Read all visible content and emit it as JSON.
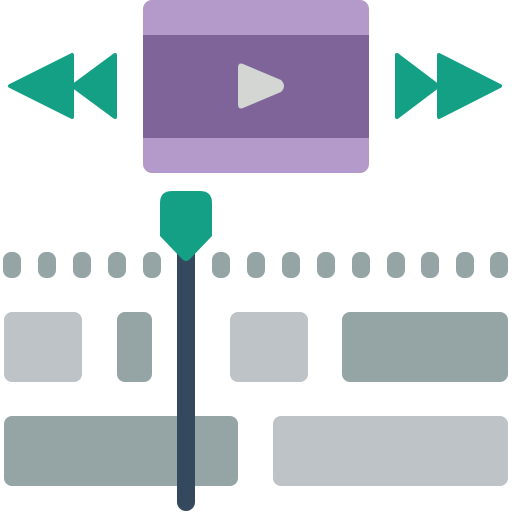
{
  "icon": {
    "name": "video-editing-timeline",
    "colors": {
      "frame_light": "#B49ACA",
      "frame_dark": "#7F6499",
      "play_symbol": "#D3D6D3",
      "seek_arrows": "#14A085",
      "playhead_handle": "#14A085",
      "playhead_line": "#35495E",
      "sprocket": "#95A5A5",
      "clip_light": "#BDC3C7",
      "clip_dark": "#95A5A5"
    },
    "controls": [
      "rewind-icon",
      "play-icon",
      "fast-forward-icon"
    ],
    "timeline": {
      "sprocket_holes": 15,
      "track_count": 2,
      "track_1_clips": [
        "light",
        "dark",
        "light",
        "dark"
      ],
      "track_2_clips": [
        "dark",
        "light"
      ]
    }
  }
}
